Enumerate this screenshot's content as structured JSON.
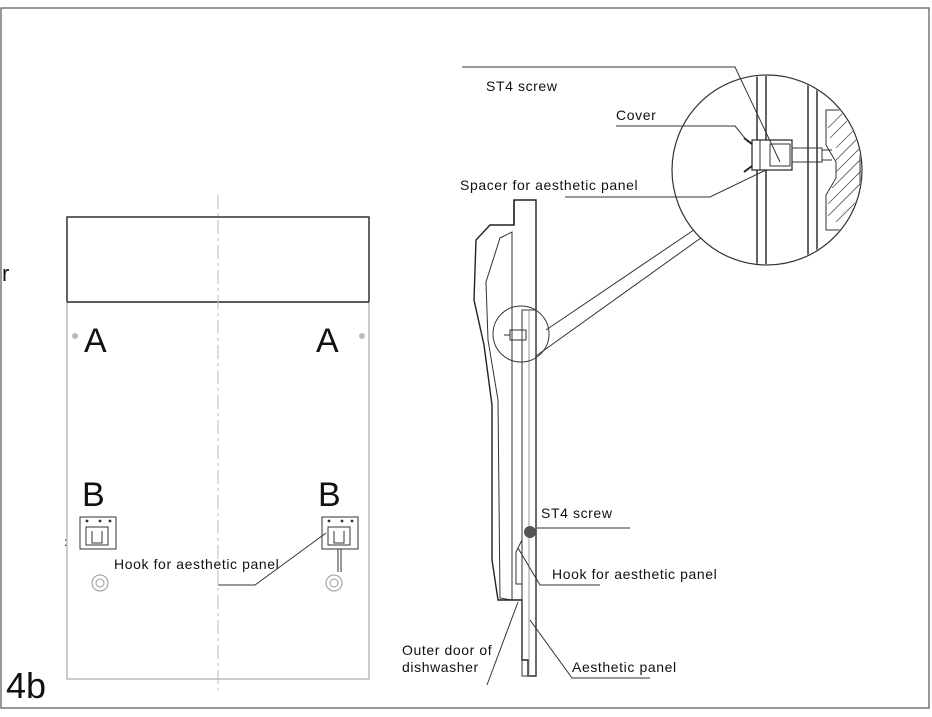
{
  "labels": {
    "st4_top": "ST4  screw",
    "cover": "Cover",
    "spacer": "Spacer for aesthetic panel",
    "st4_bottom": "ST4  screw",
    "hook_right": "Hook  for  aesthetic  panel",
    "hook_left": "Hook  for  aesthetic  panel",
    "outer_door_line1": "Outer  door  of",
    "outer_door_line2": "dishwasher",
    "aesthetic_panel": "Aesthetic  panel",
    "point_a_left": "A",
    "point_a_right": "A",
    "point_b_left": "B",
    "point_b_right": "B",
    "cut_off_letter": "r",
    "figure_id": "4b"
  }
}
